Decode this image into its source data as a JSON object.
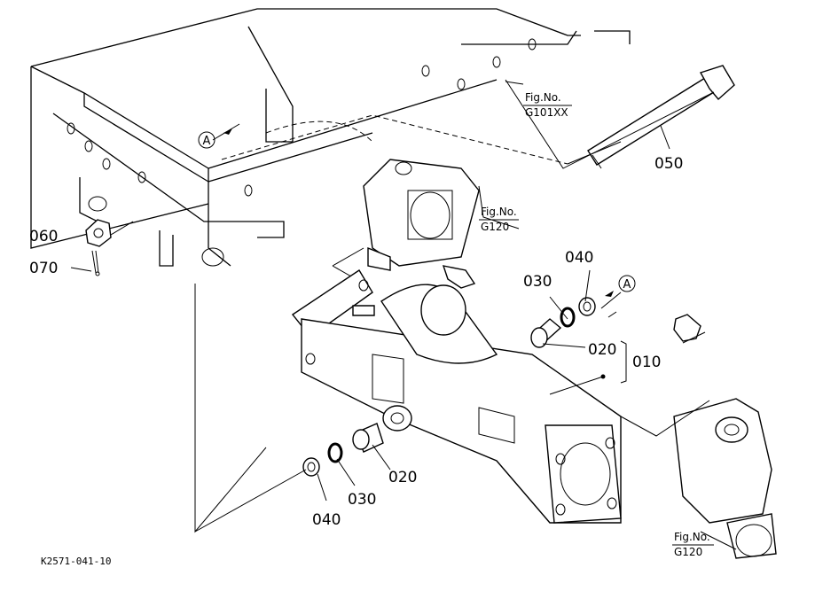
{
  "diagram_code": "K2571-041-10",
  "callouts": {
    "p010": "010",
    "p020a": "020",
    "p020b": "020",
    "p030a": "030",
    "p030b": "030",
    "p040a": "040",
    "p040b": "040",
    "p050": "050",
    "p060": "060",
    "p070": "070"
  },
  "fig_refs": {
    "frame": {
      "prefix": "Fig.No.",
      "number": "G101XX"
    },
    "bracket_top": {
      "prefix": "Fig.No.",
      "number": "G120"
    },
    "bracket_bottom": {
      "prefix": "Fig.No.",
      "number": "G120"
    }
  },
  "circle_marks": {
    "top": "A",
    "right": "A"
  }
}
